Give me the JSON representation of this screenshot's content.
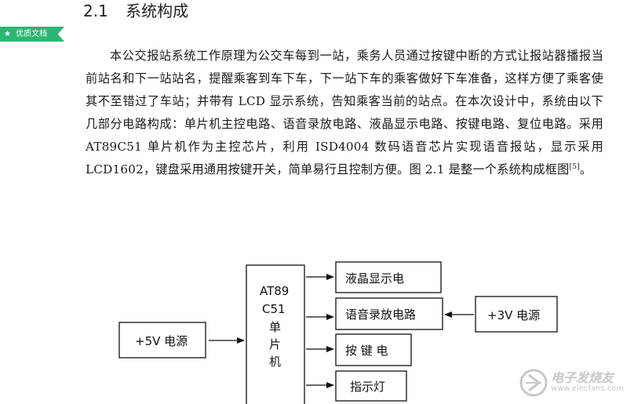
{
  "section": {
    "number": "2.1",
    "title": "系统构成"
  },
  "badge": {
    "icon": "star-icon",
    "label": "优质文档",
    "color": "#2bb673"
  },
  "paragraph": {
    "text": "本公交报站系统工作原理为公交车每到一站，乘务人员通过按键中断的方式让报站器播报当前站名和下一站站名，提醒乘客到车下车，下一站下车的乘客做好下车准备，这样方便了乘客使其不至错过了车站；并带有 LCD 显示系统，告知乘客当前的站点。在本次设计中，系统由以下几部分电路构成：单片机主控电路、语音录放电路、液晶显示电路、按键电路、复位电路。采用 AT89C51 单片机作为主控芯片，利用 ISD4004 数码语音芯片实现语音报站，显示采用 LCD1602，键盘采用通用按键开关，简单易行且控制方便。图 2.1 是整一个系统构成框图",
    "citation": "[5]",
    "end": "。"
  },
  "diagram": {
    "power_5v": "+5V 电源",
    "mcu": [
      "AT89",
      "C51",
      "单",
      "片",
      "机"
    ],
    "lcd": "液晶显示电",
    "voice": "语音录放电路",
    "power_3v": "+3V 电源",
    "keys": "按 键 电",
    "indicator": "指示灯"
  },
  "watermark": {
    "title": "电子发烧友",
    "url": "www.elecfans.com"
  }
}
